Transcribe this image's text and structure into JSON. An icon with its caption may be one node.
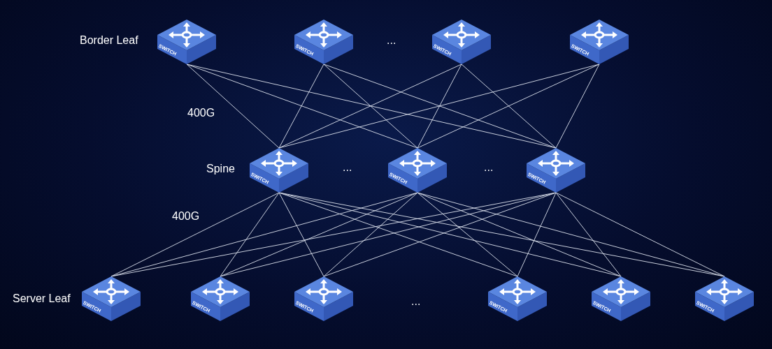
{
  "diagram": {
    "nodes": [
      {
        "text": [
          "SWITCH"
        ]
      },
      {
        "text": [
          "SWITCH"
        ]
      },
      {
        "text": [
          "SWITCH"
        ]
      },
      {
        "text": [
          "SWITCH"
        ]
      },
      {
        "text": [
          "SWITCH"
        ]
      },
      {
        "text": [
          "SWITCH"
        ]
      },
      {
        "text": [
          "SWITCH"
        ]
      },
      {
        "text": [
          "SWITCH"
        ]
      },
      {
        "text": [
          "SWITCH"
        ]
      },
      {
        "text": [
          "SWITCH"
        ]
      },
      {
        "text": [
          "SWITCH"
        ]
      },
      {
        "text": [
          "SWITCH"
        ]
      },
      {
        "text": [
          "SWITCH"
        ]
      }
    ],
    "edges": [
      {
        "from": 0,
        "to": 4,
        "arrow": "none"
      },
      {
        "from": 0,
        "to": 5,
        "arrow": "none"
      },
      {
        "from": 0,
        "to": 6,
        "arrow": "none"
      },
      {
        "from": 1,
        "to": 4,
        "arrow": "none"
      },
      {
        "from": 1,
        "to": 5,
        "arrow": "none"
      },
      {
        "from": 1,
        "to": 6,
        "arrow": "none"
      },
      {
        "from": 2,
        "to": 4,
        "arrow": "none"
      },
      {
        "from": 2,
        "to": 5,
        "arrow": "none"
      },
      {
        "from": 2,
        "to": 6,
        "arrow": "none"
      },
      {
        "from": 3,
        "to": 4,
        "arrow": "none"
      },
      {
        "from": 3,
        "to": 5,
        "arrow": "none"
      },
      {
        "from": 3,
        "to": 6,
        "arrow": "none"
      },
      {
        "from": 4,
        "to": 7,
        "arrow": "none"
      },
      {
        "from": 4,
        "to": 8,
        "arrow": "none"
      },
      {
        "from": 4,
        "to": 9,
        "arrow": "none"
      },
      {
        "from": 4,
        "to": 10,
        "arrow": "none"
      },
      {
        "from": 4,
        "to": 11,
        "arrow": "none"
      },
      {
        "from": 4,
        "to": 12,
        "arrow": "none"
      },
      {
        "from": 5,
        "to": 7,
        "arrow": "none"
      },
      {
        "from": 5,
        "to": 8,
        "arrow": "none"
      },
      {
        "from": 5,
        "to": 9,
        "arrow": "none"
      },
      {
        "from": 5,
        "to": 10,
        "arrow": "none"
      },
      {
        "from": 5,
        "to": 11,
        "arrow": "none"
      },
      {
        "from": 5,
        "to": 12,
        "arrow": "none"
      },
      {
        "from": 6,
        "to": 7,
        "arrow": "none"
      },
      {
        "from": 6,
        "to": 8,
        "arrow": "none"
      },
      {
        "from": 6,
        "to": 9,
        "arrow": "none"
      },
      {
        "from": 6,
        "to": 10,
        "arrow": "none"
      },
      {
        "from": 6,
        "to": 11,
        "arrow": "none"
      },
      {
        "from": 6,
        "to": 12,
        "arrow": "none"
      }
    ],
    "labels": [
      "Border Leaf",
      "...",
      "400G",
      "Spine",
      "...",
      "...",
      "400G",
      "Server Leaf",
      "..."
    ]
  }
}
